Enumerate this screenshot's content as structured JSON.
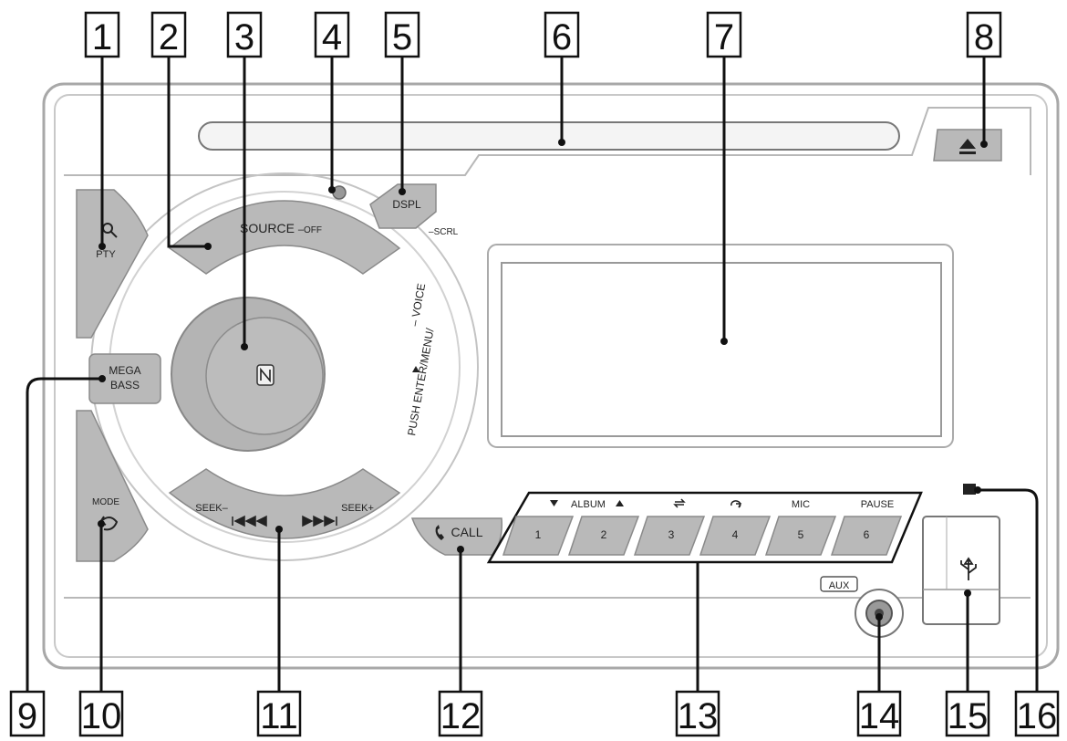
{
  "callouts": [
    "1",
    "2",
    "3",
    "4",
    "5",
    "6",
    "7",
    "8",
    "9",
    "10",
    "11",
    "12",
    "13",
    "14",
    "15",
    "16"
  ],
  "labels": {
    "pty": "PTY",
    "source": "SOURCE",
    "off": "OFF",
    "dspl": "DSPL",
    "scrl": "SCRL",
    "mega": "MEGA",
    "bass": "BASS",
    "push_enter_menu": "PUSH ENTER/MENU/",
    "voice": "VOICE",
    "mode": "MODE",
    "seek_minus": "SEEK–",
    "seek_plus": "SEEK+",
    "call": "CALL",
    "album": "ALBUM",
    "mic": "MIC",
    "pause": "PAUSE",
    "aux": "AUX",
    "presets": [
      "1",
      "2",
      "3",
      "4",
      "5",
      "6"
    ]
  }
}
